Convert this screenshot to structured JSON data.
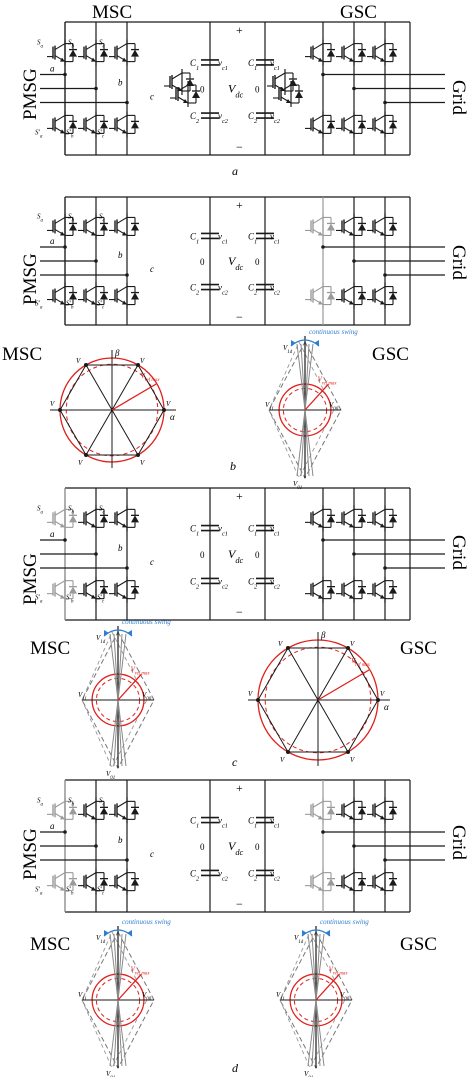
{
  "panel_a": {
    "msc_label": "MSC",
    "gsc_label": "GSC",
    "pmsg_label": "PMSG",
    "grid_label": "Grid",
    "vdc_label": "V",
    "vdc_sub": "dc",
    "c1_label": "C",
    "c1_sub": "1",
    "c2_label": "C",
    "c2_sub": "2",
    "vc1_label": "v",
    "vc1_sub": "c1",
    "vc2_label": "v",
    "vc2_sub": "c2",
    "plus": "+",
    "minus": "−",
    "zero": "0",
    "phase_a": "a",
    "phase_b": "b",
    "phase_c": "c",
    "sw_top": [
      "S",
      "S",
      "S"
    ],
    "sw_top_sub": [
      "a",
      "b",
      "c"
    ],
    "sw_bot": [
      "S'",
      "S'",
      "S'"
    ],
    "sw_bot_sub": [
      "a",
      "b",
      "c"
    ],
    "caption": "a"
  },
  "panel_b": {
    "pmsg_label": "PMSG",
    "grid_label": "Grid",
    "msc_label": "MSC",
    "gsc_label": "GSC",
    "caption": "b",
    "left_vectors": {
      "v_top_left": "V",
      "v_top_right": "V",
      "v_left": "V",
      "v_right": "V",
      "v_bot_left": "V",
      "v_bot_right": "V",
      "beta": "β",
      "alpha": "α",
      "vref": "V",
      "vref_sub": "ref max"
    },
    "right_vectors": {
      "swing": "continuous swing",
      "v_top": "V",
      "v_top_sub": "1d",
      "v_left": "V",
      "v_left_sub": "11",
      "v_right": "V",
      "v_right_sub": "00",
      "v_bot": "V",
      "v_bot_sub": "01",
      "vref": "V",
      "vref_sub": "ref max"
    }
  },
  "panel_c": {
    "pmsg_label": "PMSG",
    "grid_label": "Grid",
    "msc_label": "MSC",
    "gsc_label": "GSC",
    "caption": "c"
  },
  "panel_d": {
    "pmsg_label": "PMSG",
    "grid_label": "Grid",
    "msc_label": "MSC",
    "gsc_label": "GSC",
    "caption": "d"
  },
  "colors": {
    "line": "#1a1a1a",
    "grey_switch": "#9a9a9a",
    "red_circle": "#e0201c",
    "blue_swing": "#2f7fd0"
  }
}
